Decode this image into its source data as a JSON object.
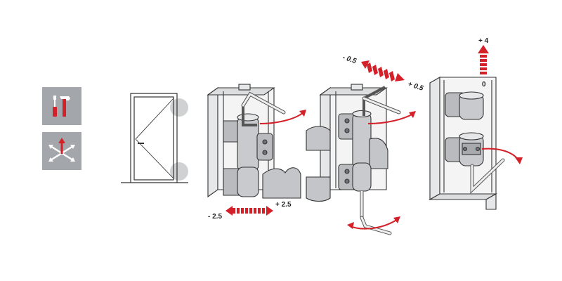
{
  "colors": {
    "accent": "#d42129",
    "icon_bg": "#a3a6aa",
    "metal": "#b9bbbe",
    "metal_dark": "#8d9094",
    "outline": "#333333"
  },
  "icons": {
    "tools": "screwdriver-hammer-icon",
    "adjust": "3d-adjustment-arrows-icon"
  },
  "adjustments": {
    "lateral": {
      "minus": "- 2.5",
      "plus": "+ 2.5"
    },
    "depth": {
      "minus": "- 0.5",
      "plus": "+ 0.5"
    },
    "height": {
      "plus": "+ 4",
      "zero": "0"
    }
  }
}
